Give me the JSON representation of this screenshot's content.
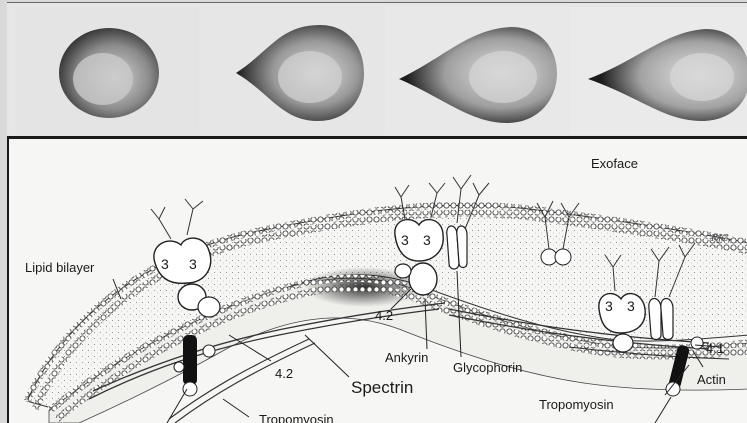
{
  "labels": {
    "exoface": "Exoface",
    "lipid_bilayer": "Lipid bilayer",
    "band_3_a": "3",
    "band_3_b": "3",
    "band_3_c": "3",
    "band_3_d": "3",
    "band_3_e": "3",
    "band_3_f": "3",
    "band_42_left": "4.2",
    "band_42_center": "4.2",
    "ankyrin": "Ankyrin",
    "glycophorin": "Glycophorin",
    "spectrin": "Spectrin",
    "band_41": "4.1",
    "actin": "Actin",
    "tropomyosin_right": "Tropomyosin",
    "tropomyosin_bottom": "Tropomyosin",
    "signature": "RJG."
  }
}
